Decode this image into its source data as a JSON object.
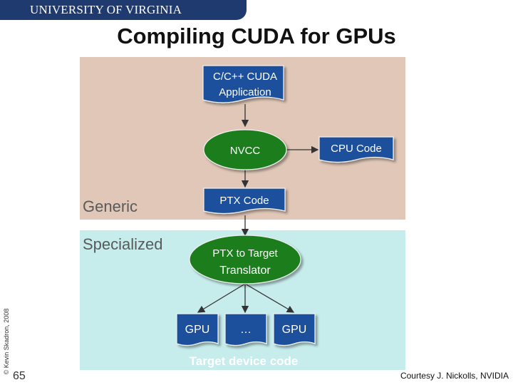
{
  "header": {
    "institution": "UNIVERSITY OF VIRGINIA"
  },
  "slide": {
    "title": "Compiling CUDA for GPUs",
    "number": "65",
    "copyright": "© Kevin Skadron, 2008",
    "credit": "Courtesy J. Nickolls, NVIDIA"
  },
  "regions": {
    "generic": "Generic",
    "specialized": "Specialized"
  },
  "diagram": {
    "app_line1": "C/C++ CUDA",
    "app_line2": "Application",
    "nvcc": "NVCC",
    "cpu_code": "CPU Code",
    "ptx_code": "PTX Code",
    "translator_line1": "PTX to Target",
    "translator_line2": "Translator",
    "gpu_left": "GPU",
    "gpu_middle": "…",
    "gpu_right": "GPU",
    "target_code": "Target device code"
  },
  "colors": {
    "banner": "#1f3a6e",
    "generic_bg": "#e0c7b7",
    "specialized_bg": "#c6ecec",
    "doc_fill": "#1c4f9c",
    "ellipse_fill": "#1b7d1b"
  }
}
